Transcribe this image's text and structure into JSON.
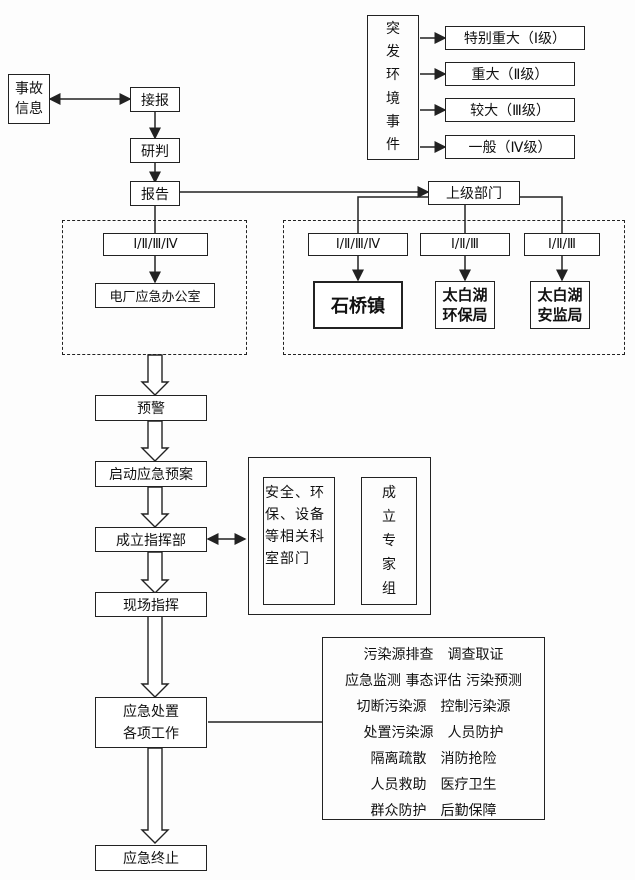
{
  "report_flow": {
    "accident_info": "事故信息",
    "receive_report": "接报",
    "research": "研判",
    "report": "报告",
    "superior_dept": "上级部门"
  },
  "event_levels": {
    "title": "突发环境事件",
    "items": [
      "特别重大（Ⅰ级）",
      "重大（Ⅱ级）",
      "较大（Ⅲ级）",
      "一般（Ⅳ级）"
    ]
  },
  "left_panel": {
    "level_label": "Ⅰ/Ⅱ/Ⅲ/Ⅳ",
    "office": "电厂应急办公室"
  },
  "right_panel": {
    "level_shiqiao": "Ⅰ/Ⅱ/Ⅲ/Ⅳ",
    "level_env": "Ⅰ/Ⅱ/Ⅲ",
    "level_safety": "Ⅰ/Ⅱ/Ⅲ",
    "shiqiao": "石桥镇",
    "env_bureau": [
      "太白湖",
      "环保局"
    ],
    "safety_bureau": [
      "太白湖",
      "安监局"
    ]
  },
  "main_flow": {
    "warning": "预警",
    "start_plan": "启动应急预案",
    "set_command": "成立指挥部",
    "field_command": "现场指挥",
    "disposal": [
      "应急处置",
      "各项工作"
    ],
    "end": "应急终止"
  },
  "departments": {
    "related": "安全、环保、设备等相关科室部门",
    "expert_group": "成立专家组"
  },
  "tasks": [
    "污染源排查　调查取证",
    "应急监测 事态评估 污染预测",
    "切断污染源　控制污染源",
    "处置污染源　人员防护",
    "隔离疏散　消防抢险",
    "人员救助　医疗卫生",
    "群众防护　后勤保障"
  ]
}
